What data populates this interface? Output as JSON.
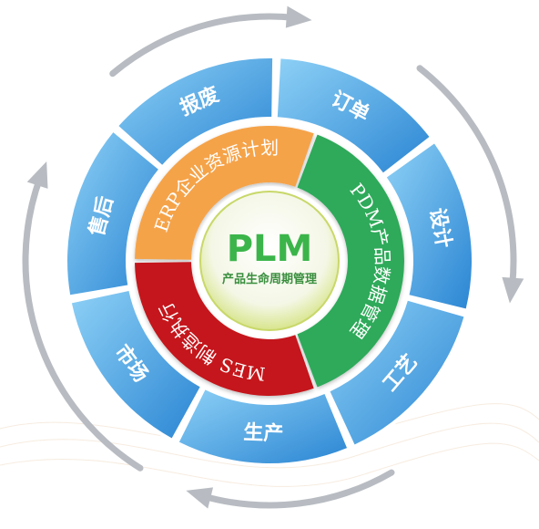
{
  "center": {
    "title": "PLM",
    "subtitle": "产品生命周期管理"
  },
  "outer_ring": [
    {
      "label": "订单"
    },
    {
      "label": "设计"
    },
    {
      "label": "工艺"
    },
    {
      "label": "生产"
    },
    {
      "label": "市场"
    },
    {
      "label": "售后"
    },
    {
      "label": "报废"
    }
  ],
  "inner_ring": [
    {
      "label": "ERP企业资源计划",
      "color": "#f5a34a"
    },
    {
      "label": "PDM产品数据管理",
      "color": "#2eaa5a"
    },
    {
      "label": "MES 制造执行",
      "color": "#c4161c"
    }
  ],
  "colors": {
    "outer_segment": "#2f8fd8",
    "outer_segment_light": "#7cc4f2",
    "arrow": "#b8bcc2",
    "center_green": "#3bb54a"
  }
}
